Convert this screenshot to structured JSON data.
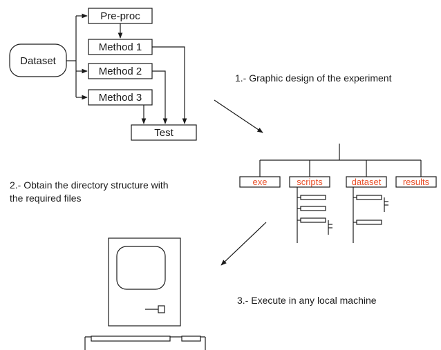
{
  "flow": {
    "dataset": "Dataset",
    "preproc": "Pre-proc",
    "method1": "Method 1",
    "method2": "Method 2",
    "method3": "Method 3",
    "test": "Test"
  },
  "steps": {
    "step1": "1.- Graphic design of the experiment",
    "step2": "2.- Obtain the directory structure with\nthe required files",
    "step3": "3.- Execute in any local machine"
  },
  "directories": {
    "exe": "exe",
    "scripts": "scripts",
    "dataset": "dataset",
    "results": "results"
  },
  "colors": {
    "folder_label": "#e8502a",
    "line": "#1a1a1a"
  },
  "icons": [
    "computer-icon",
    "file-icon",
    "arrow-icon"
  ]
}
